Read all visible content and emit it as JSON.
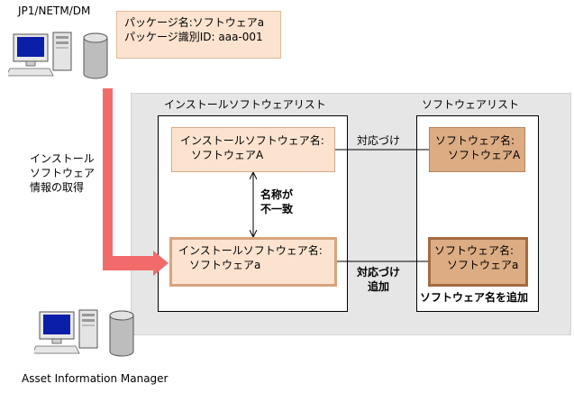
{
  "top_server": {
    "label": "JP1/NETM/DM",
    "icon": "pc-server-icon"
  },
  "bottom_server": {
    "label": "Asset Information Manager",
    "icon": "pc-server-icon"
  },
  "package_box": {
    "line1": "パッケージ名:ソフトウェアa",
    "line2": "パッケージ識別ID: aaa-001"
  },
  "left_note": {
    "line1": "インストール",
    "line2": "ソフトウェア",
    "line3": "情報の取得"
  },
  "installed_list": {
    "title": "インストールソフトウェアリスト",
    "item1": {
      "line1": "インストールソフトウェア名:",
      "line2": "ソフトウェアA"
    },
    "item2": {
      "line1": "インストールソフトウェア名:",
      "line2": "ソフトウェアa"
    }
  },
  "software_list": {
    "title": "ソフトウェアリスト",
    "item1": {
      "line1": "ソフトウェア名:",
      "line2": "ソフトウェアA"
    },
    "item2": {
      "line1": "ソフトウェア名:",
      "line2": "ソフトウェアa"
    }
  },
  "labels": {
    "link1": "対応づけ",
    "mismatch_line1": "名称が",
    "mismatch_line2": "不一致",
    "link2_line1": "対応づけ",
    "link2_line2": "追加",
    "add_software": "ソフトウェア名を追加"
  },
  "colors": {
    "arrow": "#f26b6b",
    "box_fill": "#fbe3cf",
    "sw_fill": "#dcac83",
    "panel": "#e6e6e6"
  }
}
